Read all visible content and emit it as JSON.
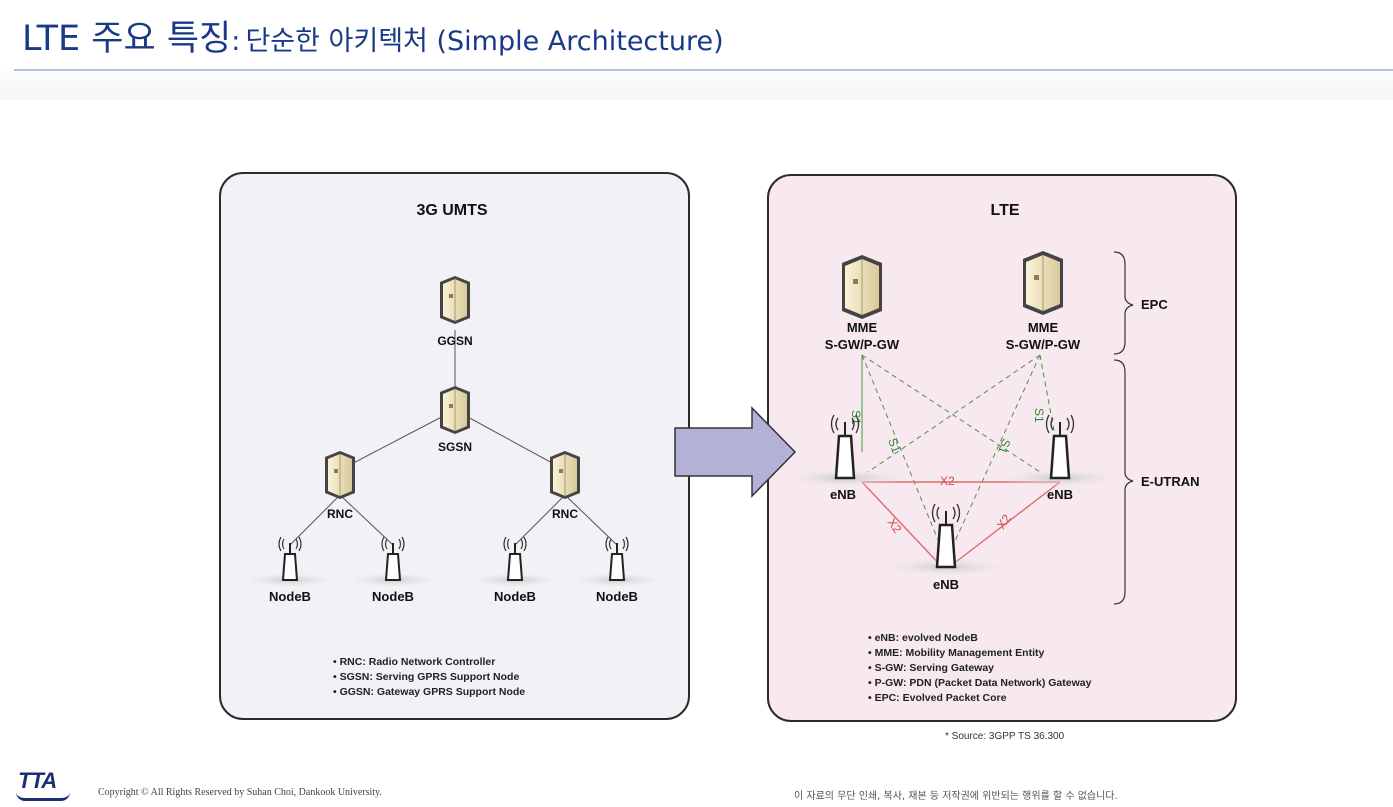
{
  "header": {
    "title_main": "LTE 주요 특징",
    "title_colon": ":",
    "title_sub": "단순한 아키텍처 (Simple Architecture)"
  },
  "umts": {
    "title": "3G UMTS",
    "ggsn": "GGSN",
    "sgsn": "SGSN",
    "rnc_left": "RNC",
    "rnc_right": "RNC",
    "nodeb": [
      "NodeB",
      "NodeB",
      "NodeB",
      "NodeB"
    ],
    "legend": [
      "• RNC: Radio Network Controller",
      "• SGSN: Serving GPRS Support Node",
      "• GGSN: Gateway GPRS Support Node"
    ]
  },
  "lte": {
    "title": "LTE",
    "mme_left": [
      "MME",
      "S-GW/P-GW"
    ],
    "mme_right": [
      "MME",
      "S-GW/P-GW"
    ],
    "enb_left": "eNB",
    "enb_right": "eNB",
    "enb_bottom": "eNB",
    "epc_label": "EPC",
    "eutran_label": "E-UTRAN",
    "s1_labels": [
      "S1",
      "S1",
      "S1",
      "S1"
    ],
    "x2_labels": [
      "X2",
      "X2",
      "X2"
    ],
    "legend": [
      "• eNB: evolved NodeB",
      "• MME: Mobility Management Entity",
      "• S-GW: Serving Gateway",
      "• P-GW: PDN (Packet Data Network) Gateway",
      "• EPC: Evolved Packet Core"
    ],
    "source": "* Source: 3GPP TS 36.300"
  },
  "footer": {
    "logo": "TTA",
    "copyright": "Copyright © All Rights Reserved by Suhan Choi, Dankook University.",
    "notice": "이 자료의 무단 인쇄, 복사, 재본 등 저작권에 위반되는 행위를 할 수 없습니다."
  },
  "colors": {
    "title": "#1a3a87",
    "s1_line": "#3a9a3a",
    "x2_line": "#e06a6a",
    "arrow_fill": "#b3b1d6"
  }
}
